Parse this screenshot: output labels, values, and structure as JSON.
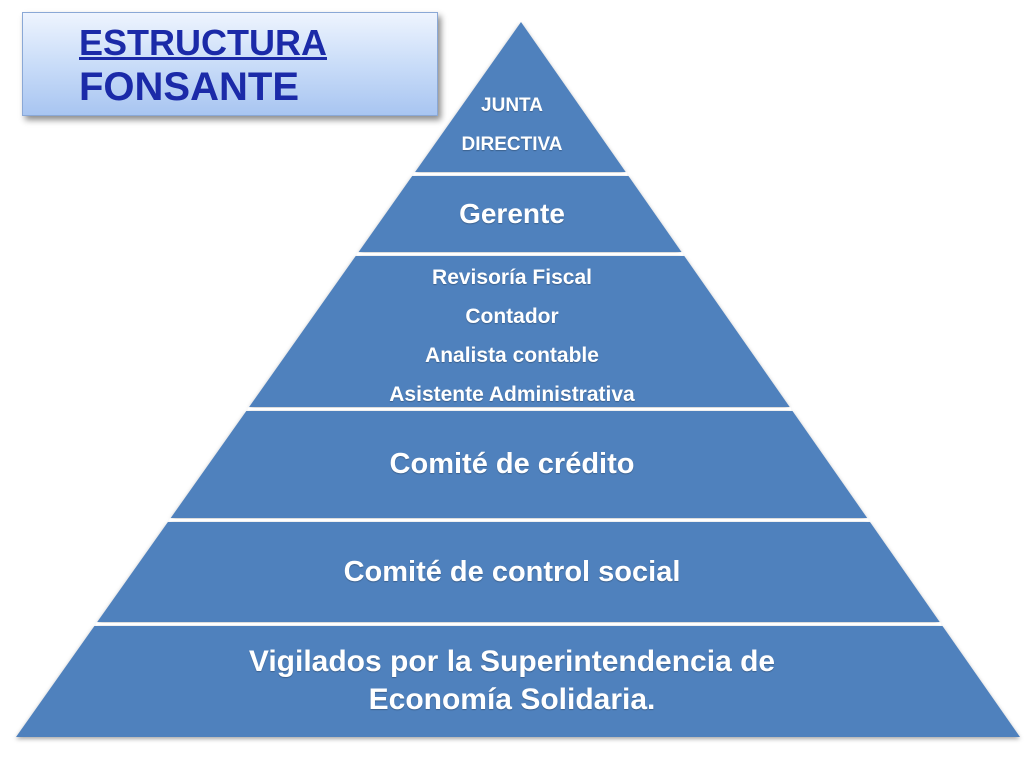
{
  "title": {
    "line1": "ESTRUCTURA",
    "line2": "FONSANTE"
  },
  "pyramid": {
    "fill_color": "#4f81bd",
    "separator_color": "#ffffff",
    "tiers": [
      {
        "lines": [
          "JUNTA",
          "DIRECTIVA"
        ]
      },
      {
        "lines": [
          "Gerente"
        ]
      },
      {
        "lines": [
          "Revisoría Fiscal",
          "Contador",
          "Analista contable",
          "Asistente Administrativa"
        ]
      },
      {
        "lines": [
          "Comité de crédito"
        ]
      },
      {
        "lines": [
          "Comité de control social"
        ]
      },
      {
        "lines": [
          "Vigilados por la Superintendencia de",
          "Economía Solidaria."
        ]
      }
    ]
  }
}
